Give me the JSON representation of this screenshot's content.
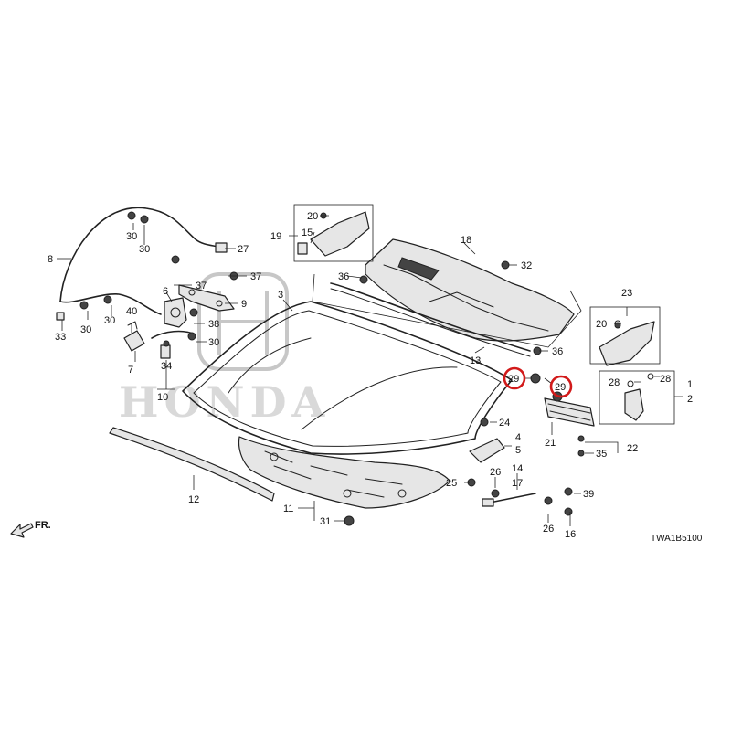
{
  "diagram": {
    "code": "TWA1B5100",
    "front_arrow_label": "FR.",
    "watermark_text": "HONDA"
  },
  "callouts": {
    "c1": "1",
    "c2": "2",
    "c3": "3",
    "c4": "4",
    "c5": "5",
    "c6": "6",
    "c7": "7",
    "c8": "8",
    "c9": "9",
    "c10": "10",
    "c11": "11",
    "c12": "12",
    "c13": "13",
    "c14": "14",
    "c15": "15",
    "c16": "16",
    "c17": "17",
    "c18": "18",
    "c19": "19",
    "c20a": "20",
    "c20b": "20",
    "c21": "21",
    "c22": "22",
    "c23": "23",
    "c24": "24",
    "c25": "25",
    "c26a": "26",
    "c26b": "26",
    "c27": "27",
    "c28a": "28",
    "c28b": "28",
    "c29a": "29",
    "c29b": "29",
    "c30a": "30",
    "c30b": "30",
    "c30c": "30",
    "c30d": "30",
    "c30e": "30",
    "c31": "31",
    "c32": "32",
    "c33": "33",
    "c34": "34",
    "c35": "35",
    "c36a": "36",
    "c36b": "36",
    "c37a": "37",
    "c37b": "37",
    "c38": "38",
    "c39": "39",
    "c40": "40"
  },
  "highlighted_parts": [
    "29",
    "29"
  ],
  "colors": {
    "highlight": "#d21a1a",
    "line": "#222222",
    "watermark": "#c7c7c7"
  }
}
